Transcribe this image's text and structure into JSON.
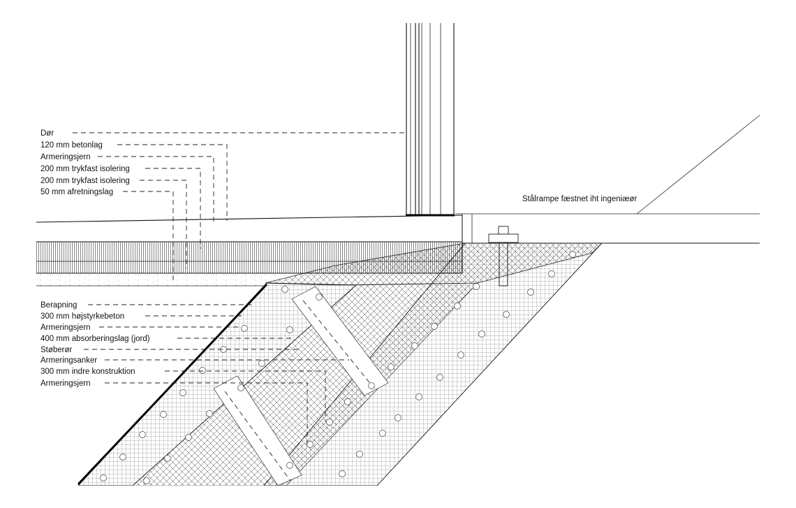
{
  "labels_top": [
    "Dør",
    "120 mm betonlag",
    "Armeringsjern",
    "200 mm trykfast isolering",
    "200 mm trykfast isolering",
    "50 mm afretningslag"
  ],
  "labels_bottom": [
    "Berapning",
    "300 mm højstyrkebeton",
    "Armeringsjern",
    "400 mm absorberingslag (jord)",
    "Støberør",
    "Armeringsanker",
    "300 mm indre konstruktion",
    "Armeringsjern"
  ],
  "ramp_label": "Stålrampe fæstnet iht ingeniæør"
}
